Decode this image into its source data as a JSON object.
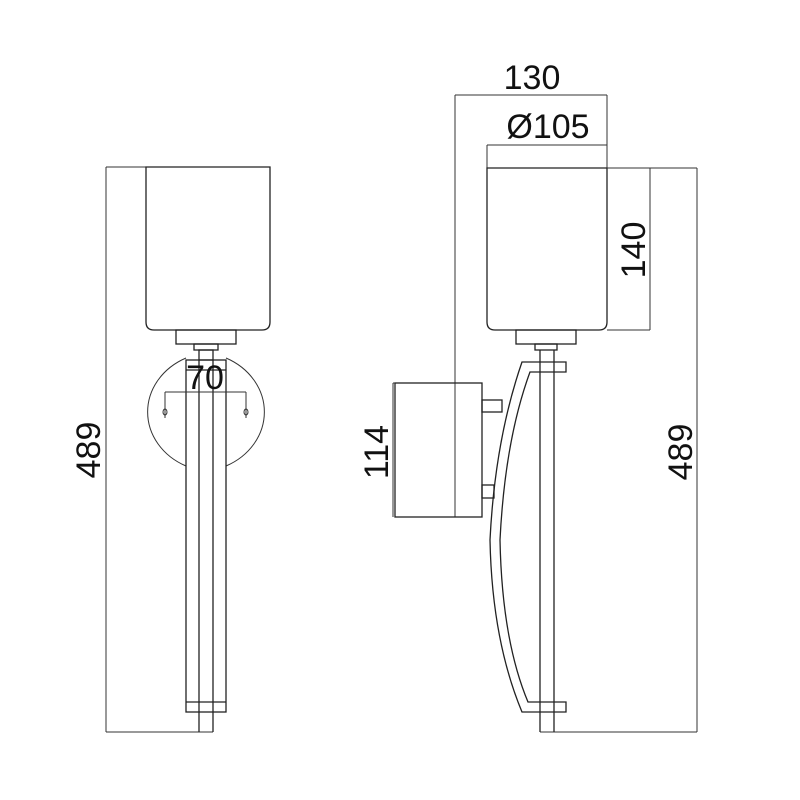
{
  "front_view": {
    "height_label": "489",
    "mount_spacing_label": "70"
  },
  "side_view": {
    "projection_label": "130",
    "shade_diameter_label": "Ø105",
    "shade_height_label": "140",
    "backplate_height_label": "114",
    "height_label": "489"
  }
}
